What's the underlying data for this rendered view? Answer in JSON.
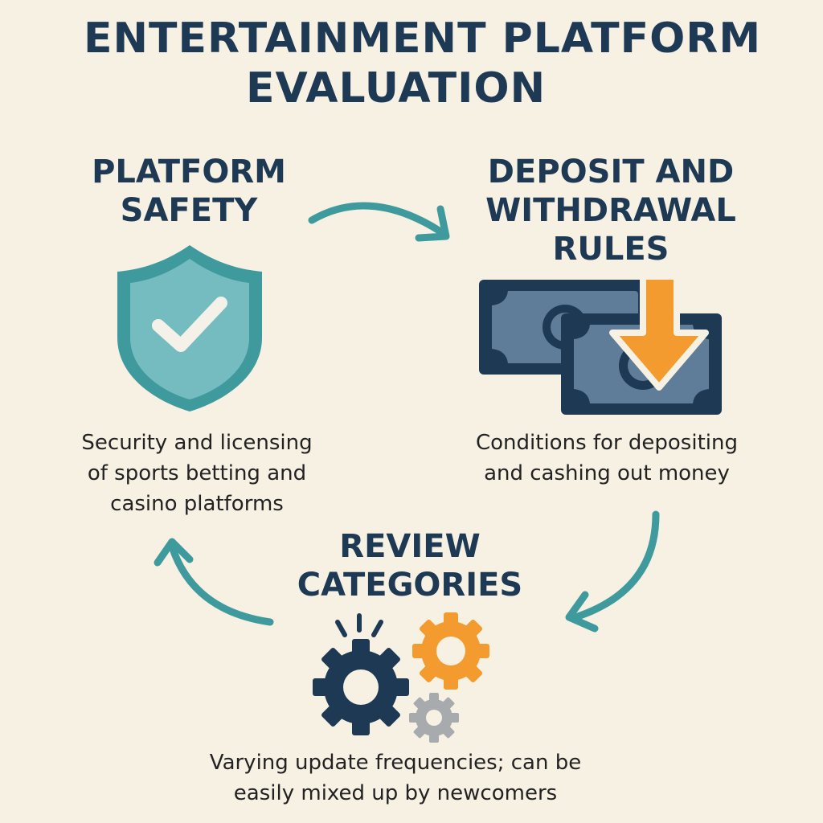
{
  "title": {
    "line1": "ENTERTAINMENT PLATFORM",
    "line2": "EVALUATION"
  },
  "nodes": {
    "safety": {
      "heading_line1": "PLATFORM",
      "heading_line2": "SAFETY",
      "desc_line1": "Security and licensing",
      "desc_line2": "of sports betting and",
      "desc_line3": "casino platforms",
      "icon": "shield-check-icon"
    },
    "deposit": {
      "heading_line1": "DEPOSIT AND",
      "heading_line2": "WITHDRAWAL",
      "heading_line3": "RULES",
      "desc_line1": "Conditions for depositing",
      "desc_line2": "and cashing out money",
      "icon": "money-deposit-icon"
    },
    "review": {
      "heading_line1": "REVIEW",
      "heading_line2": "CATEGORIES",
      "desc_line1": "Varying update frequencies; can be",
      "desc_line2": "easily mixed up by newcomers",
      "icon": "gears-icon"
    }
  },
  "colors": {
    "background": "#f7f1e4",
    "navy": "#1d3954",
    "teal": "#3f9a9e",
    "teal_light": "#74bcc0",
    "orange": "#f39b2e",
    "gray": "#a7abad",
    "bill_blue": "#5f7d99"
  }
}
